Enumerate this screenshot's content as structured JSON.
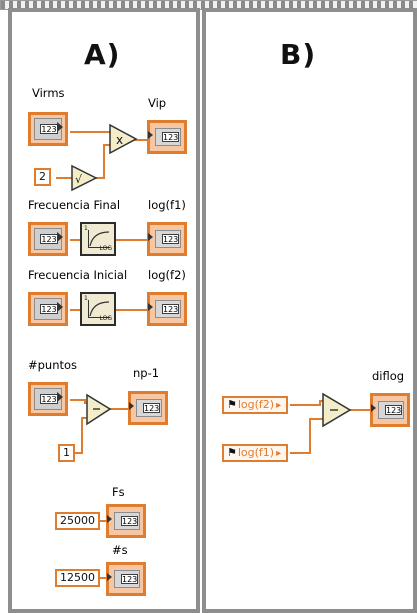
{
  "panels": {
    "a": {
      "title": "A)"
    },
    "b": {
      "title": "B)"
    }
  },
  "panelA": {
    "labels": {
      "virms": "Virms",
      "vip": "Vip",
      "frecuencia_final": "Frecuencia Final",
      "log_f1": "log(f1)",
      "frecuencia_inicial": "Frecuencia Inicial",
      "log_f2": "log(f2)",
      "puntos": "#puntos",
      "np_1": "np-1",
      "fs": "Fs",
      "s": "#s"
    },
    "constants": {
      "two": "2",
      "one": "1",
      "c25000": "25000",
      "c12500": "12500"
    },
    "terminal_text": "123",
    "vi_labels": {
      "x": "x",
      "s1": "1",
      "t1": "LOG",
      "s2": "1",
      "t2": "LOG"
    }
  },
  "panelB": {
    "labels": {
      "diflog": "diflog"
    },
    "locals": {
      "a": "log(f2)",
      "b": "log(f1)"
    },
    "terminal_text": "123"
  },
  "colors": {
    "wire_orange": "#e07c2d",
    "frame_gray": "#8e8e8e"
  }
}
